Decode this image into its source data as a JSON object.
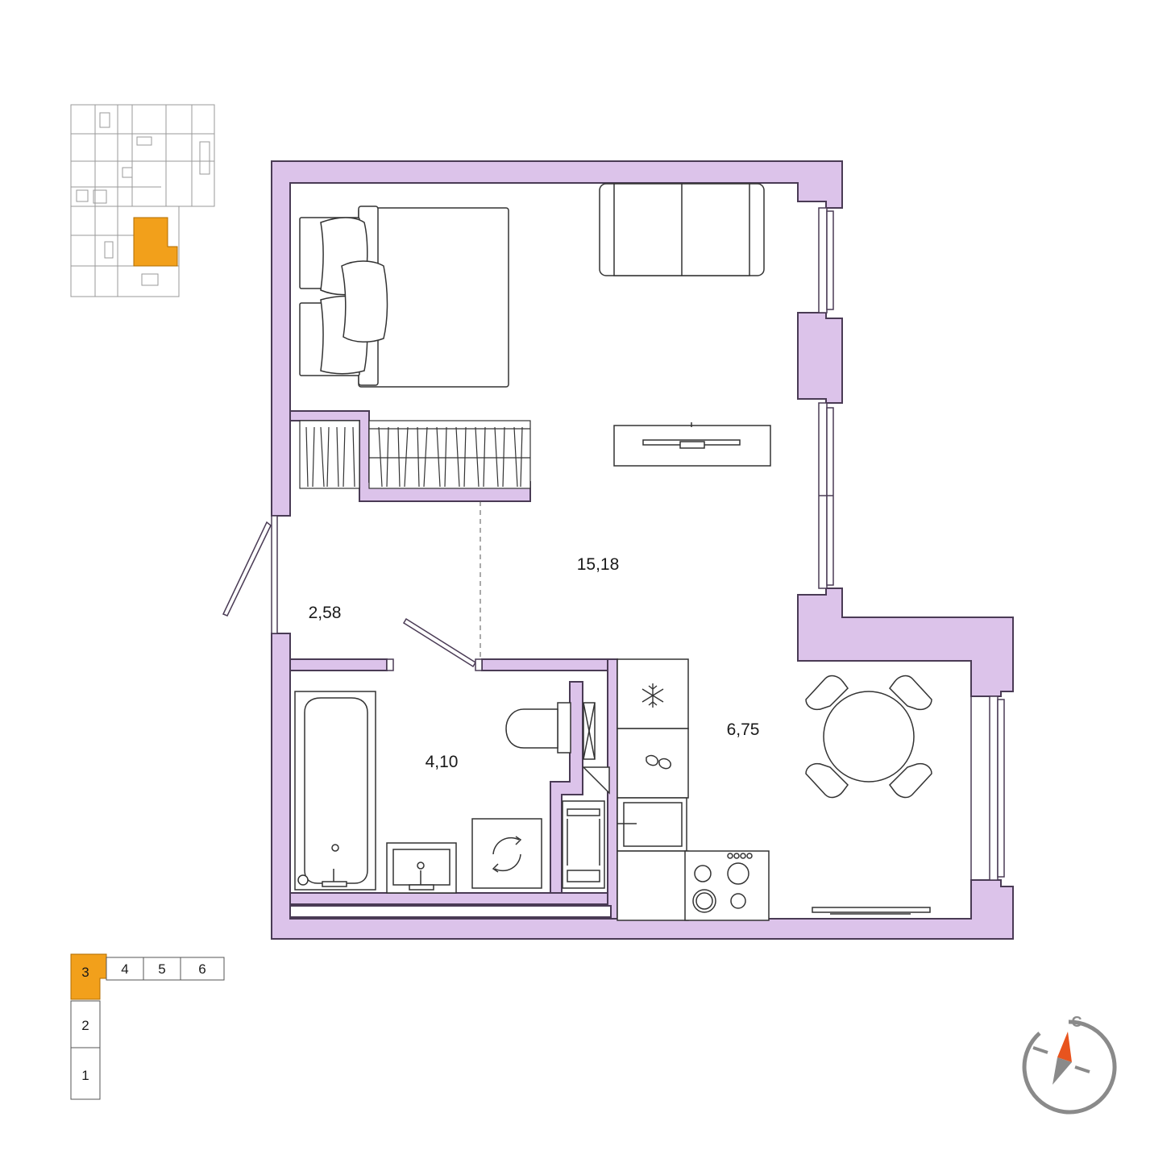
{
  "rooms": {
    "living_area": "15,18",
    "hall_area": "2,58",
    "bathroom_area": "4,10",
    "kitchen_area": "6,75"
  },
  "site_plan": {
    "sections": [
      "1",
      "2",
      "3",
      "4",
      "5",
      "6"
    ],
    "selected_section": "3"
  },
  "compass": {
    "letter": "С"
  },
  "colors": {
    "wall_fill": "#dcc3ea",
    "wall_stroke": "#4a3b55",
    "highlight": "#f2a01b",
    "compass_ring": "#8a8a8a",
    "compass_needle": "#e8541e"
  }
}
